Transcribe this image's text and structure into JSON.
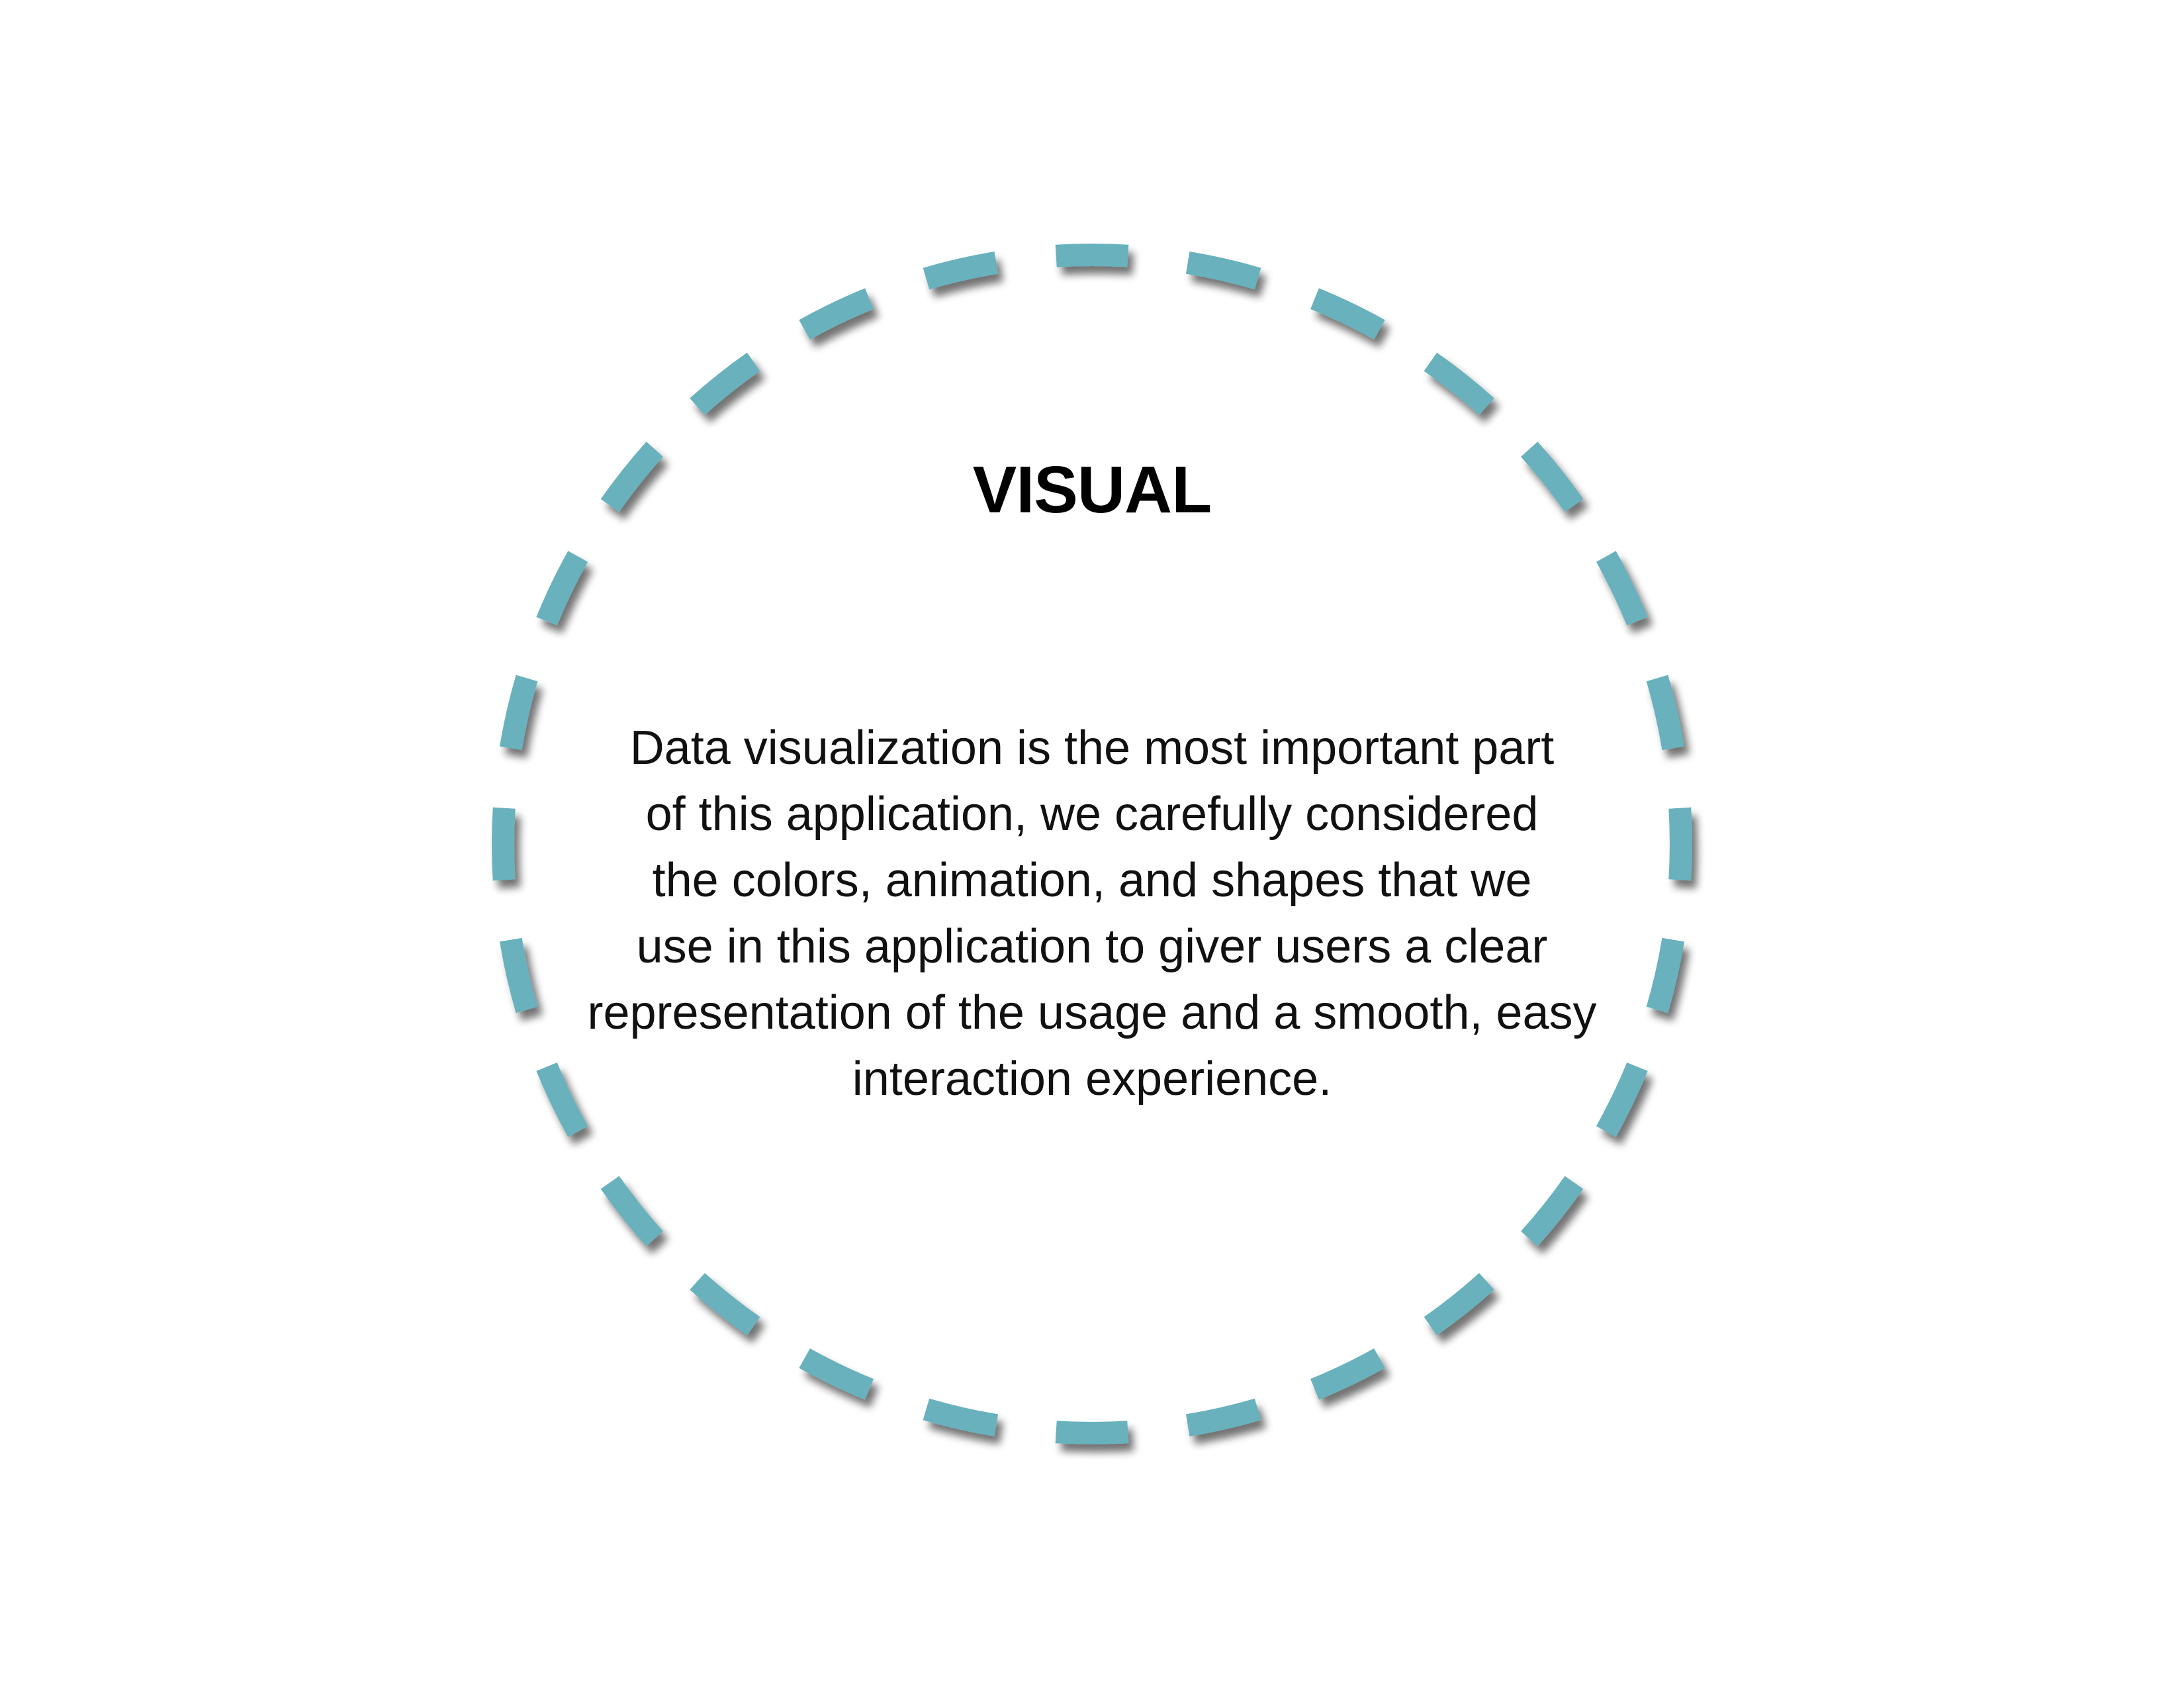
{
  "colors": {
    "background": "#ffffff",
    "ring": "#68b1bd",
    "shadow": "#555555",
    "text": "#111111"
  },
  "title": "VISUAL",
  "description_lines": [
    "Data visualization is the most important part",
    "of this application, we carefully considered",
    "the colors, animation, and shapes that we",
    "use in this application to giver users a clear",
    "representation of the usage and a smooth, easy",
    "interaction experience."
  ]
}
